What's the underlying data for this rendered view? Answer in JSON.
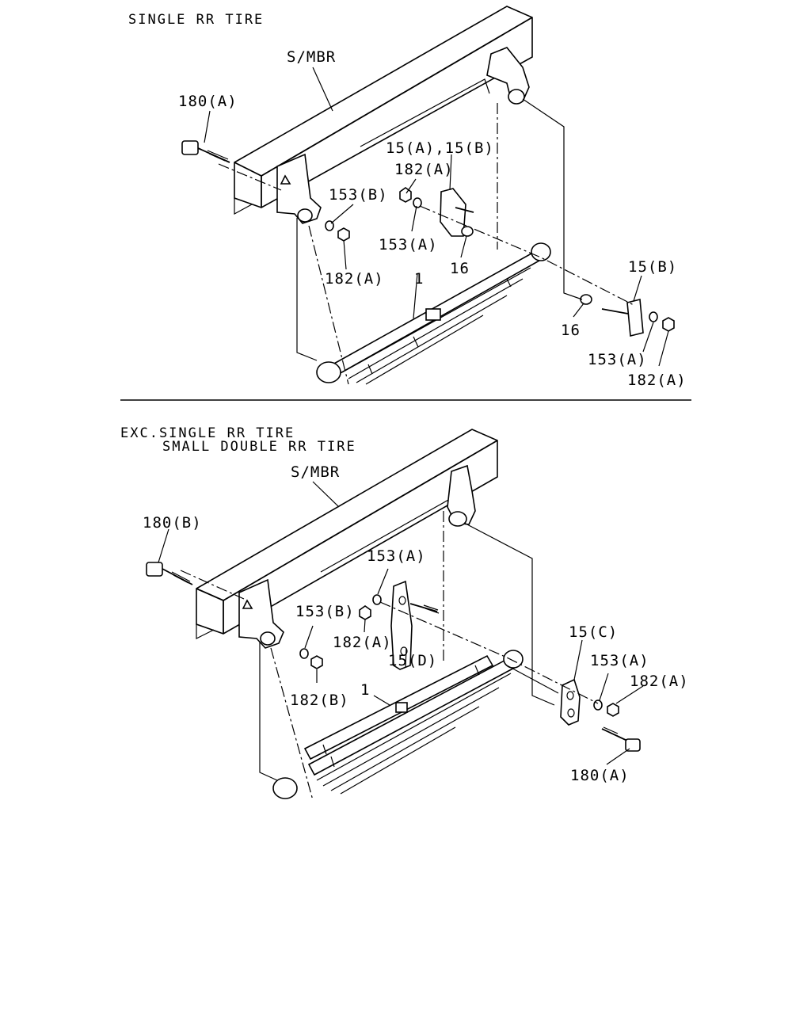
{
  "sections": [
    {
      "heading": [
        "SINGLE RR TIRE"
      ],
      "labels": {
        "member": "S/MBR",
        "bolt_front": "180(A)",
        "pin_pair": "15(A),15(B)",
        "nut_top": "182(A)",
        "washer_front": "153(B)",
        "washer_mid": "153(A)",
        "nut_front": "182(A)",
        "bushing_mid": "16",
        "leaf_spring": "1",
        "shackle_rear": "15(B)",
        "bushing_rear": "16",
        "washer_rear": "153(A)",
        "nut_rear": "182(A)"
      }
    },
    {
      "heading": [
        "EXC.SINGLE RR TIRE",
        "SMALL DOUBLE RR TIRE"
      ],
      "labels": {
        "member": "S/MBR",
        "bolt_front": "180(B)",
        "washer_top": "153(A)",
        "washer_front": "153(B)",
        "nut_mid": "182(A)",
        "plate_front": "15(D)",
        "nut_front": "182(B)",
        "leaf_spring": "1",
        "plate_rear": "15(C)",
        "washer_rear": "153(A)",
        "nut_rear": "182(A)",
        "bolt_rear": "180(A)"
      }
    }
  ]
}
